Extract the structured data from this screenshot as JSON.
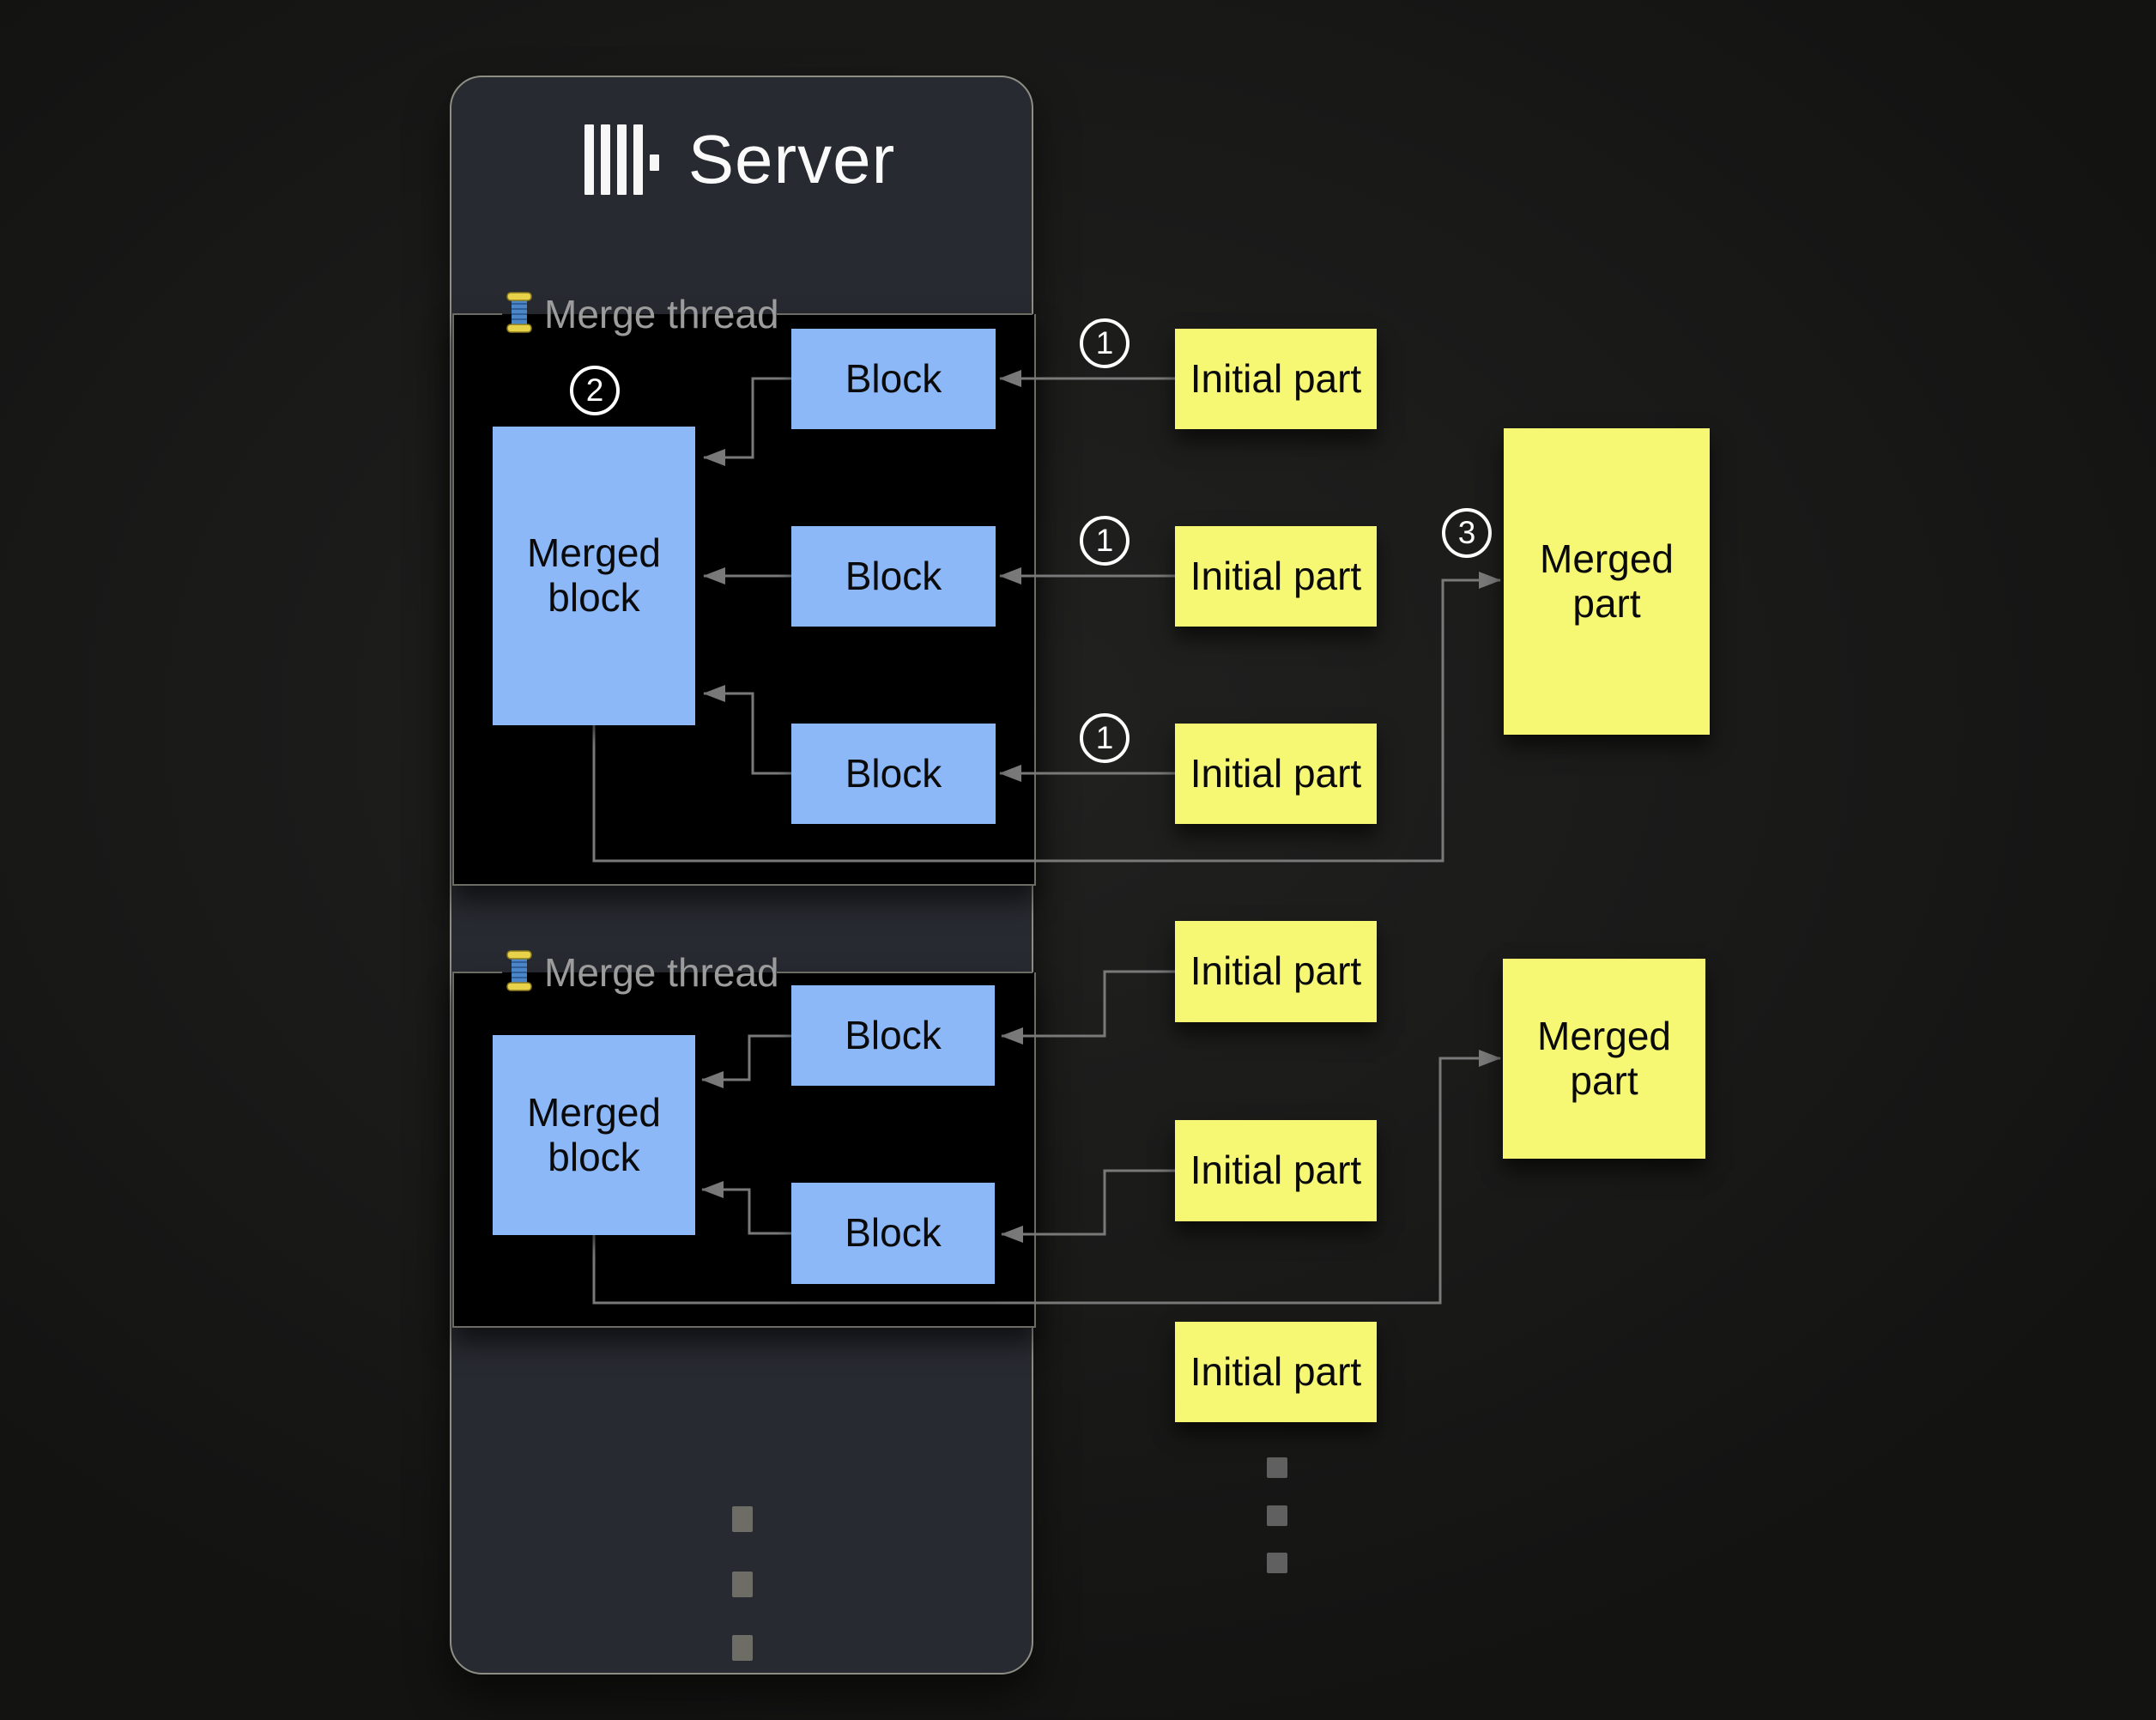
{
  "colors": {
    "background": "#1a1a19",
    "panel": "#282a31",
    "panel_border": "#8e8e85",
    "thread_box_bg": "#000000",
    "thread_box_border": "#6c6c65",
    "block_fill": "#8cb8f8",
    "part_fill": "#f6f874",
    "connector": "#797979",
    "label_gray": "#9c9c9c",
    "title_white": "#fafafa",
    "box_text": "#0a0a0a"
  },
  "server": {
    "title": "Server",
    "logo_icon": "clickhouse-logo",
    "merge_threads": [
      {
        "label": "Merge thread",
        "icon": "thread-spool",
        "step_badge": "2",
        "merged_block_label": "Merged block",
        "block_labels": [
          "Block",
          "Block",
          "Block"
        ]
      },
      {
        "label": "Merge thread",
        "icon": "thread-spool",
        "merged_block_label": "Merged block",
        "block_labels": [
          "Block",
          "Block"
        ]
      }
    ]
  },
  "parts_column": {
    "group1": {
      "initial_parts": [
        {
          "badge": "1",
          "label": "Initial part"
        },
        {
          "badge": "1",
          "label": "Initial part"
        },
        {
          "badge": "1",
          "label": "Initial part"
        }
      ],
      "merged_part": {
        "badge": "3",
        "label": "Merged part"
      }
    },
    "group2": {
      "initial_parts": [
        {
          "label": "Initial part"
        },
        {
          "label": "Initial part"
        },
        {
          "label": "Initial part"
        }
      ],
      "merged_part": {
        "label": "Merged part"
      }
    }
  }
}
